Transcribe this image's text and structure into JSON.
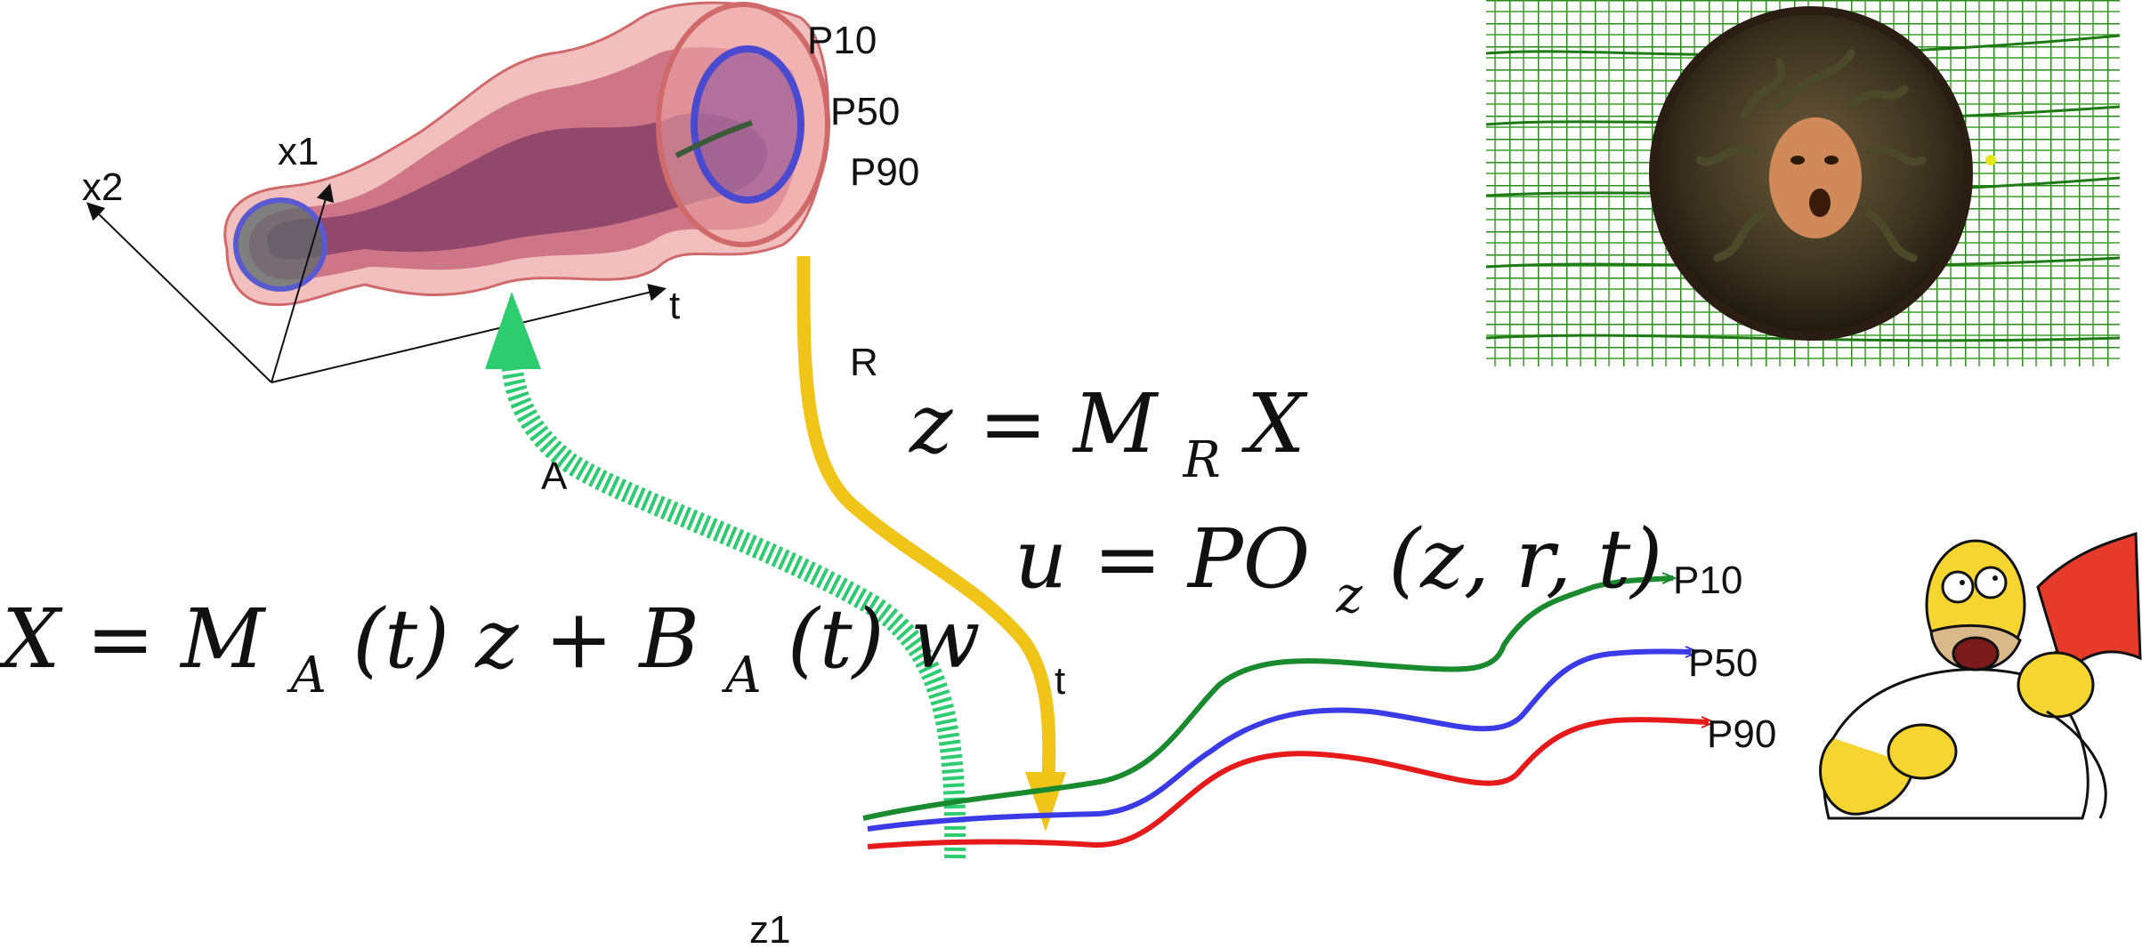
{
  "colors": {
    "accent_green": "#2ecc71",
    "accent_yellow": "#f0c419",
    "p10": "#1a8a2e",
    "p50": "#3a3ae6",
    "p90": "#e61a1a",
    "tube_outer": "#e88a8a",
    "tube_mid": "#b03a5a",
    "tube_core": "#6a2a5a",
    "mesh": "#2a8a1a"
  },
  "diagram": {
    "tube_labels": {
      "p10": "P10",
      "p50": "P50",
      "p90": "P90"
    },
    "axes": {
      "x1": "x1",
      "x2": "x2",
      "t": "t"
    },
    "arrow_A": "A",
    "arrow_R": "R",
    "arrow_t": "t",
    "z1_label": "z1",
    "curve_labels": {
      "p10": "P10",
      "p50": "P50",
      "p90": "P90"
    }
  },
  "equations": {
    "eq_z": {
      "lhs": "z",
      "eq": "=",
      "M": "M",
      "sub": "R",
      "X": "X"
    },
    "eq_u": {
      "lhs": "u",
      "eq": "=",
      "PO": "PO",
      "sub": "z",
      "args": "(z, r, t)"
    },
    "eq_X": {
      "lhs": "X",
      "eq": "=",
      "M": "M",
      "subA": "A",
      "t1": "(t)",
      "z": "z",
      "plus": "+",
      "B": "B",
      "subB": "A",
      "t2": "(t)",
      "w": "w"
    }
  },
  "images": {
    "medusa": "medusa-shield-on-green-mesh",
    "homer": "cartoon-man-with-axe"
  }
}
